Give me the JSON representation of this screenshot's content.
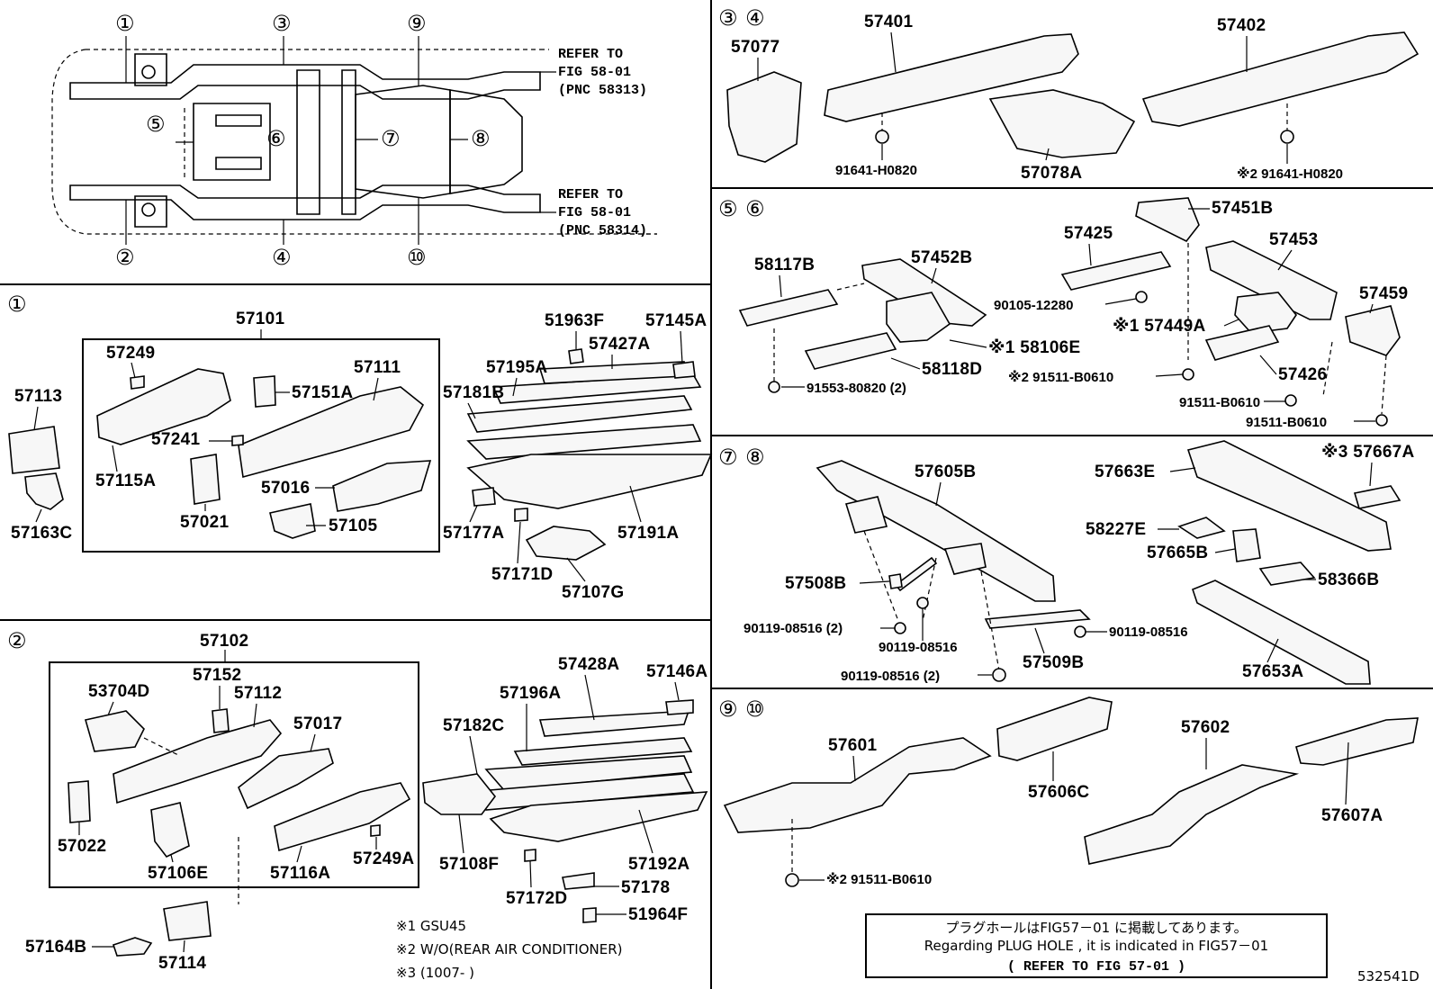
{
  "overview": {
    "callouts": [
      "①",
      "②",
      "③",
      "④",
      "⑤",
      "⑥",
      "⑦",
      "⑧",
      "⑨",
      "⑩"
    ],
    "refer_top": [
      "REFER TO",
      "FIG 58-01",
      "(PNC 58313)"
    ],
    "refer_bottom": [
      "REFER TO",
      "FIG 58-01",
      "(PNC 58314)"
    ]
  },
  "sections": {
    "s1": {
      "header": "①",
      "parts": [
        "57101",
        "57249",
        "57111",
        "57151A",
        "57113",
        "57241",
        "57115A",
        "57016",
        "57021",
        "57105",
        "57163C",
        "51963F",
        "57145A",
        "57195A",
        "57427A",
        "57181B",
        "57177A",
        "57191A",
        "57171D",
        "57107G"
      ]
    },
    "s2": {
      "header": "②",
      "parts": [
        "57102",
        "57152",
        "57112",
        "53704D",
        "57017",
        "57022",
        "57106E",
        "57116A",
        "57249A",
        "57164B",
        "57114",
        "57428A",
        "57146A",
        "57196A",
        "57182C",
        "57108F",
        "57192A",
        "57172D",
        "57178",
        "51964F"
      ]
    },
    "s34": {
      "header": [
        "③",
        "④"
      ],
      "parts": [
        "57077",
        "57401",
        "57402",
        "91641-H0820",
        "57078A",
        "※2 91641-H0820"
      ]
    },
    "s56": {
      "header": [
        "⑤",
        "⑥"
      ],
      "parts": [
        "57451B",
        "57425",
        "57453",
        "58117B",
        "57452B",
        "57459",
        "90105-12280",
        "※1 57449A",
        "※1 58106E",
        "58118D",
        "※2 91511-B0610",
        "57426",
        "91553-80820 (2)",
        "91511-B0610",
        "91511-B0610"
      ]
    },
    "s78": {
      "header": [
        "⑦",
        "⑧"
      ],
      "parts": [
        "57605B",
        "57663E",
        "※3 57667A",
        "58227E",
        "57665B",
        "57508B",
        "58366B",
        "90119-08516 (2)",
        "90119-08516",
        "90119-08516",
        "57509B",
        "57653A",
        "90119-08516 (2)"
      ]
    },
    "s910": {
      "header": [
        "⑨",
        "⑩"
      ],
      "parts": [
        "57601",
        "57602",
        "57606C",
        "57607A",
        "※2 91511-B0610"
      ]
    }
  },
  "footnotes": [
    "※1 GSU45",
    "※2 W/O(REAR AIR CONDITIONER)",
    "※3 (1007-        )"
  ],
  "plug_note": {
    "line1": "プラグホールはFIG57－01 に掲載してあります。",
    "line2": "Regarding  PLUG HOLE , it is indicated in FIG57－01",
    "line3": "(   REFER TO FIG 57-01 )"
  },
  "figure_id": "532541D"
}
